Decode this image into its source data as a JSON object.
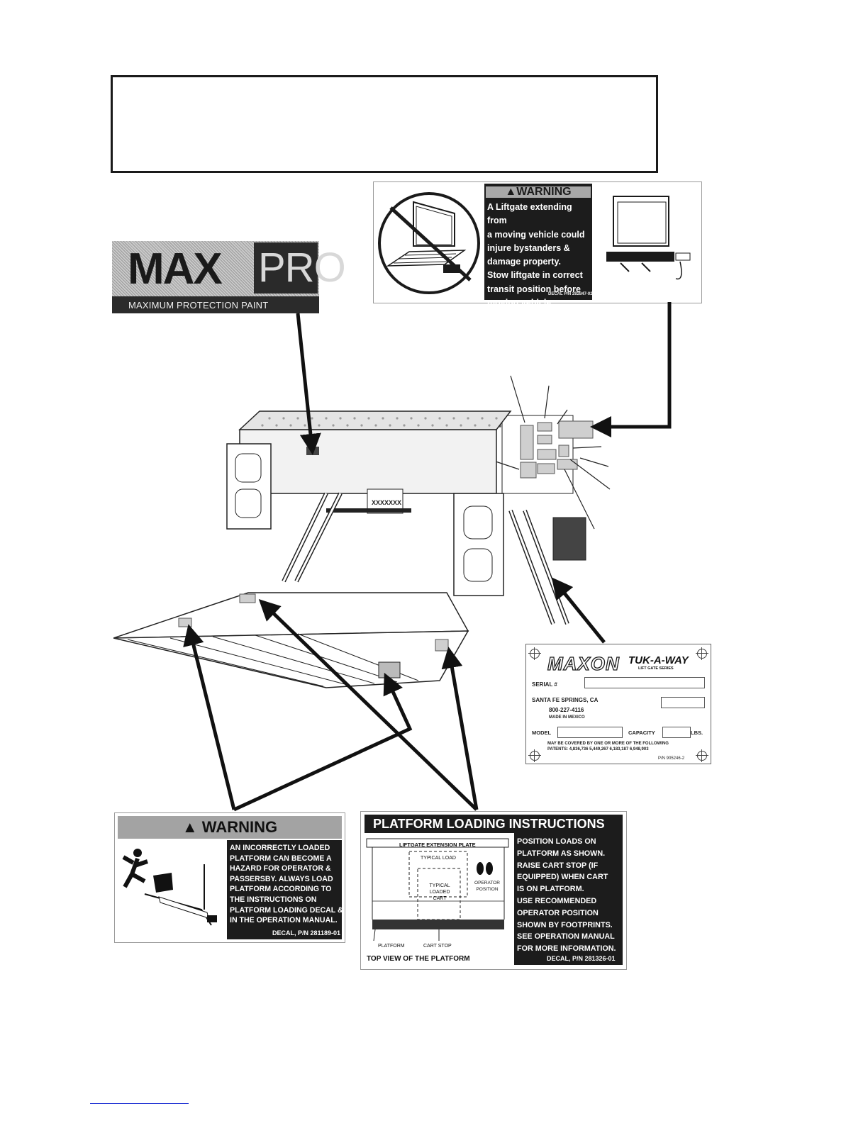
{
  "maxpro_decal": {
    "brand_max": "MAX",
    "brand_pro": "PRO",
    "subtitle": "MAXIMUM PROTECTION PAINT"
  },
  "warning_top": {
    "header": "WARNING",
    "lines": [
      "A Liftgate extending from",
      "a moving vehicle could",
      "injure bystanders &",
      "damage property.",
      "Stow liftgate in correct",
      "transit position before",
      "moving vehicle."
    ],
    "part_number": "DECAL P/N 282847-02"
  },
  "warning_platform": {
    "header": "WARNING",
    "lines": [
      "AN INCORRECTLY LOADED",
      "PLATFORM CAN BECOME A",
      "HAZARD FOR OPERATOR &",
      "PASSERSBY.  ALWAYS LOAD",
      "PLATFORM ACCORDING TO",
      "THE INSTRUCTIONS  ON",
      "PLATFORM LOADING DECAL &",
      "IN THE OPERATION MANUAL."
    ],
    "part_number": "DECAL, P/N 281189-01"
  },
  "loading_instructions": {
    "title": "PLATFORM LOADING INSTRUCTIONS",
    "extension_plate": "LIFTGATE EXTENSION PLATE",
    "typical_load": "TYPICAL LOAD",
    "typical_loaded_cart": [
      "TYPICAL",
      "LOADED",
      "CART"
    ],
    "operator_position": [
      "OPERATOR",
      "POSITION"
    ],
    "platform": "PLATFORM",
    "cart_stop": "CART STOP",
    "top_view": "TOP VIEW OF THE PLATFORM",
    "lines": [
      "POSITION LOADS ON",
      "PLATFORM AS SHOWN.",
      "RAISE CART STOP (IF",
      "EQUIPPED) WHEN  CART",
      "IS ON PLATFORM.",
      "USE RECOMMENDED",
      "OPERATOR POSITION",
      "SHOWN BY FOOTPRINTS.",
      "SEE OPERATION MANUAL",
      "FOR MORE INFORMATION."
    ],
    "part_number": "DECAL, P/N 281326-01"
  },
  "serial_plate": {
    "brand": "MAXON",
    "series": "TUK-A-WAY",
    "series_sub": "LIFT GATE SERIES",
    "serial_label": "SERIAL #",
    "city": "SANTA FE SPRINGS, CA",
    "phone": "800-227-4116",
    "made_in": "MADE IN MEXICO",
    "model_label": "MODEL",
    "capacity_label": "CAPACITY",
    "lbs": "LBS.",
    "patents_line1": "MAY BE COVERED BY ONE OR MORE OF THE FOLLOWING",
    "patents_line2": "PATENTS: 4,836,736  5,449,267  6,183,187  6,948,903",
    "part_number": "P/N 905246-2"
  },
  "liftgate_drawing": {
    "plate_text": "XXXXXXX"
  }
}
